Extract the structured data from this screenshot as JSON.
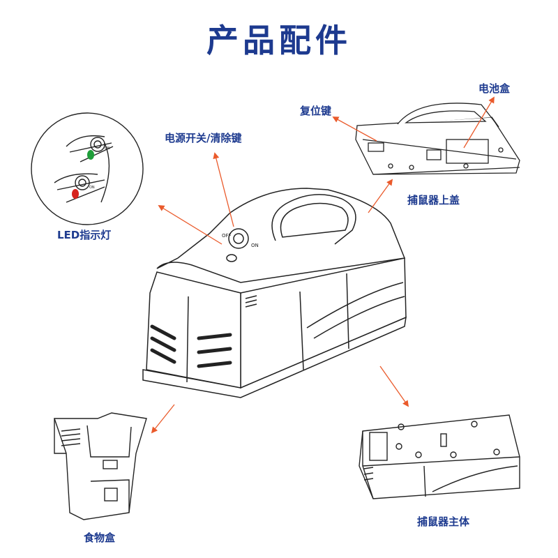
{
  "title": "产品配件",
  "colors": {
    "title": "#1d3a8f",
    "label": "#1d3a8f",
    "arrow": "#ea5a2b",
    "line": "#222222",
    "led_green": "#1f9e3a",
    "led_red": "#d6231e"
  },
  "labels": {
    "battery_box": "电池盒",
    "reset_key": "复位键",
    "power_switch": "电源开关/清除键",
    "top_cover": "捕鼠器上盖",
    "led": "LED指示灯",
    "food_box": "食物盒",
    "main_body": "捕鼠器主体"
  },
  "switch": {
    "off_text": "OFF",
    "on_text": "ON"
  }
}
